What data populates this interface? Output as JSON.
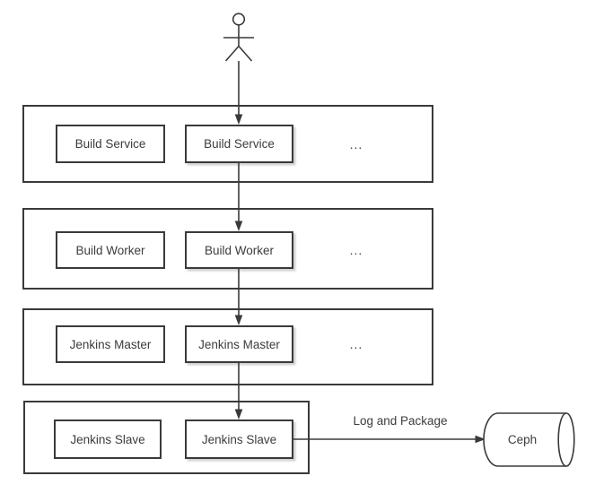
{
  "diagram": {
    "kind": "ci-build-architecture-flow",
    "actor_icon": "stick-figure-actor",
    "storage_icon": "horizontal-cylinder-database",
    "tiers": [
      {
        "name": "build-service-tier",
        "nodes": [
          "Build Service",
          "Build Service"
        ],
        "more": "..."
      },
      {
        "name": "build-worker-tier",
        "nodes": [
          "Build Worker",
          "Build Worker"
        ],
        "more": "..."
      },
      {
        "name": "jenkins-master-tier",
        "nodes": [
          "Jenkins Master",
          "Jenkins Master"
        ],
        "more": "..."
      },
      {
        "name": "jenkins-slave-tier",
        "nodes": [
          "Jenkins Slave",
          "Jenkins Slave"
        ]
      }
    ],
    "edge": {
      "label": "Log and Package"
    },
    "storage": {
      "label": "Ceph"
    },
    "colors": {
      "stroke": "#3a3a3a",
      "text": "#3c3c3c",
      "background": "#ffffff",
      "node_shadow": "rgba(0,0,0,0.18)"
    }
  }
}
